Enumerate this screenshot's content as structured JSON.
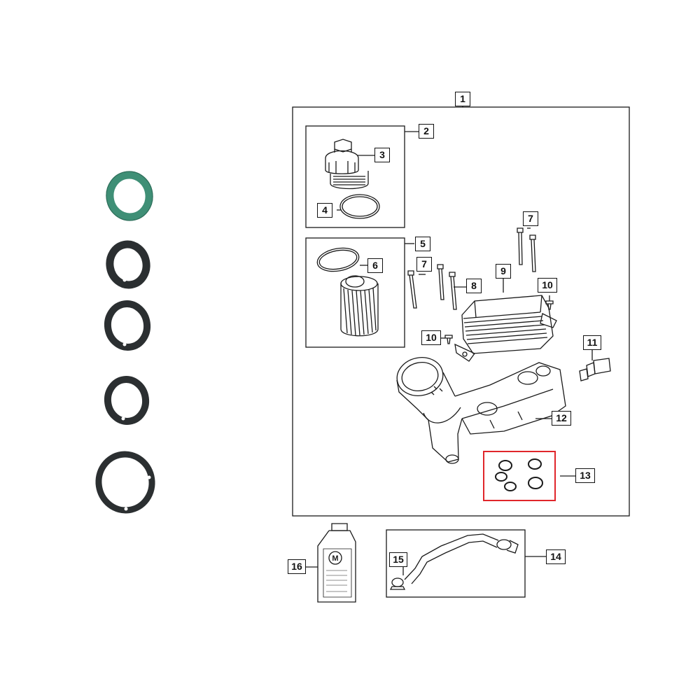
{
  "colors": {
    "line": "#1a1a1a",
    "highlight": "#e0262b",
    "green_seal": "#3f8f76",
    "black_seal": "#2b2f31",
    "background": "#ffffff"
  },
  "seal_photos": [
    {
      "name": "green-o-ring",
      "color": "green"
    },
    {
      "name": "black-seal-1",
      "color": "black"
    },
    {
      "name": "black-seal-2",
      "color": "black"
    },
    {
      "name": "black-seal-3",
      "color": "black"
    },
    {
      "name": "black-seal-4",
      "color": "black"
    }
  ],
  "callouts": {
    "c1": "1",
    "c2": "2",
    "c3": "3",
    "c4": "4",
    "c5": "5",
    "c6": "6",
    "c7a": "7",
    "c7b": "7",
    "c8": "8",
    "c9": "9",
    "c10a": "10",
    "c10b": "10",
    "c11": "11",
    "c12": "12",
    "c13": "13",
    "c14": "14",
    "c15": "15",
    "c16": "16"
  },
  "highlighted_part": "13",
  "bottle_logo_mark": "M"
}
